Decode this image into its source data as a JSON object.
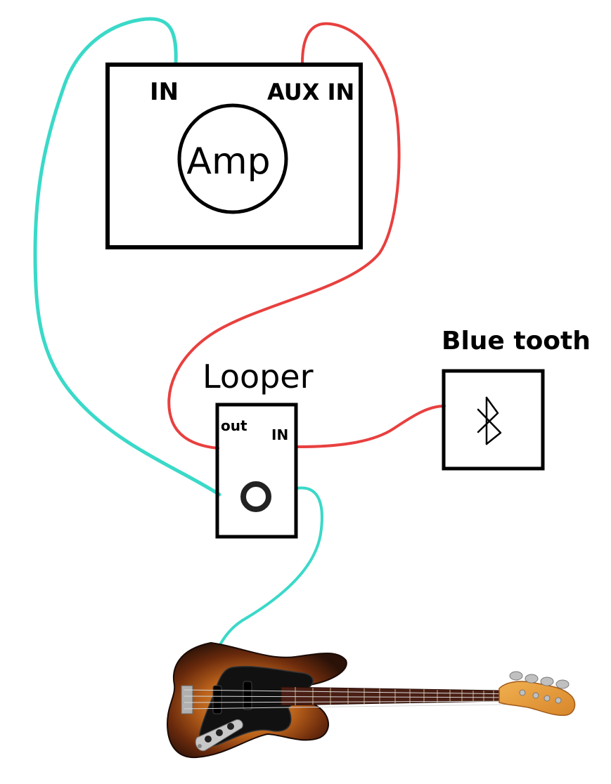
{
  "amp": {
    "label": "Amp",
    "input_in": "IN",
    "input_aux": "AUX IN"
  },
  "looper": {
    "label": "Looper",
    "port_out": "out",
    "port_in": "IN"
  },
  "bluetooth": {
    "label": "Blue tooth",
    "symbol": "ᛒ"
  },
  "colors": {
    "instrument_cable": "#3ad9c8",
    "aux_cable": "#e8403f",
    "outline": "#000000",
    "body_sunburst_outer": "#2a1208",
    "body_sunburst_mid": "#8a3a10",
    "body_sunburst_inner": "#e0a040",
    "pickguard": "#111111",
    "fretboard": "#4a1e14",
    "headstock": "#e89b3a"
  },
  "icons": {
    "amp_speaker": "speaker-circle-icon",
    "looper_footswitch": "footswitch-ring-icon",
    "bluetooth": "bluetooth-icon",
    "bass_guitar": "bass-guitar-icon"
  }
}
